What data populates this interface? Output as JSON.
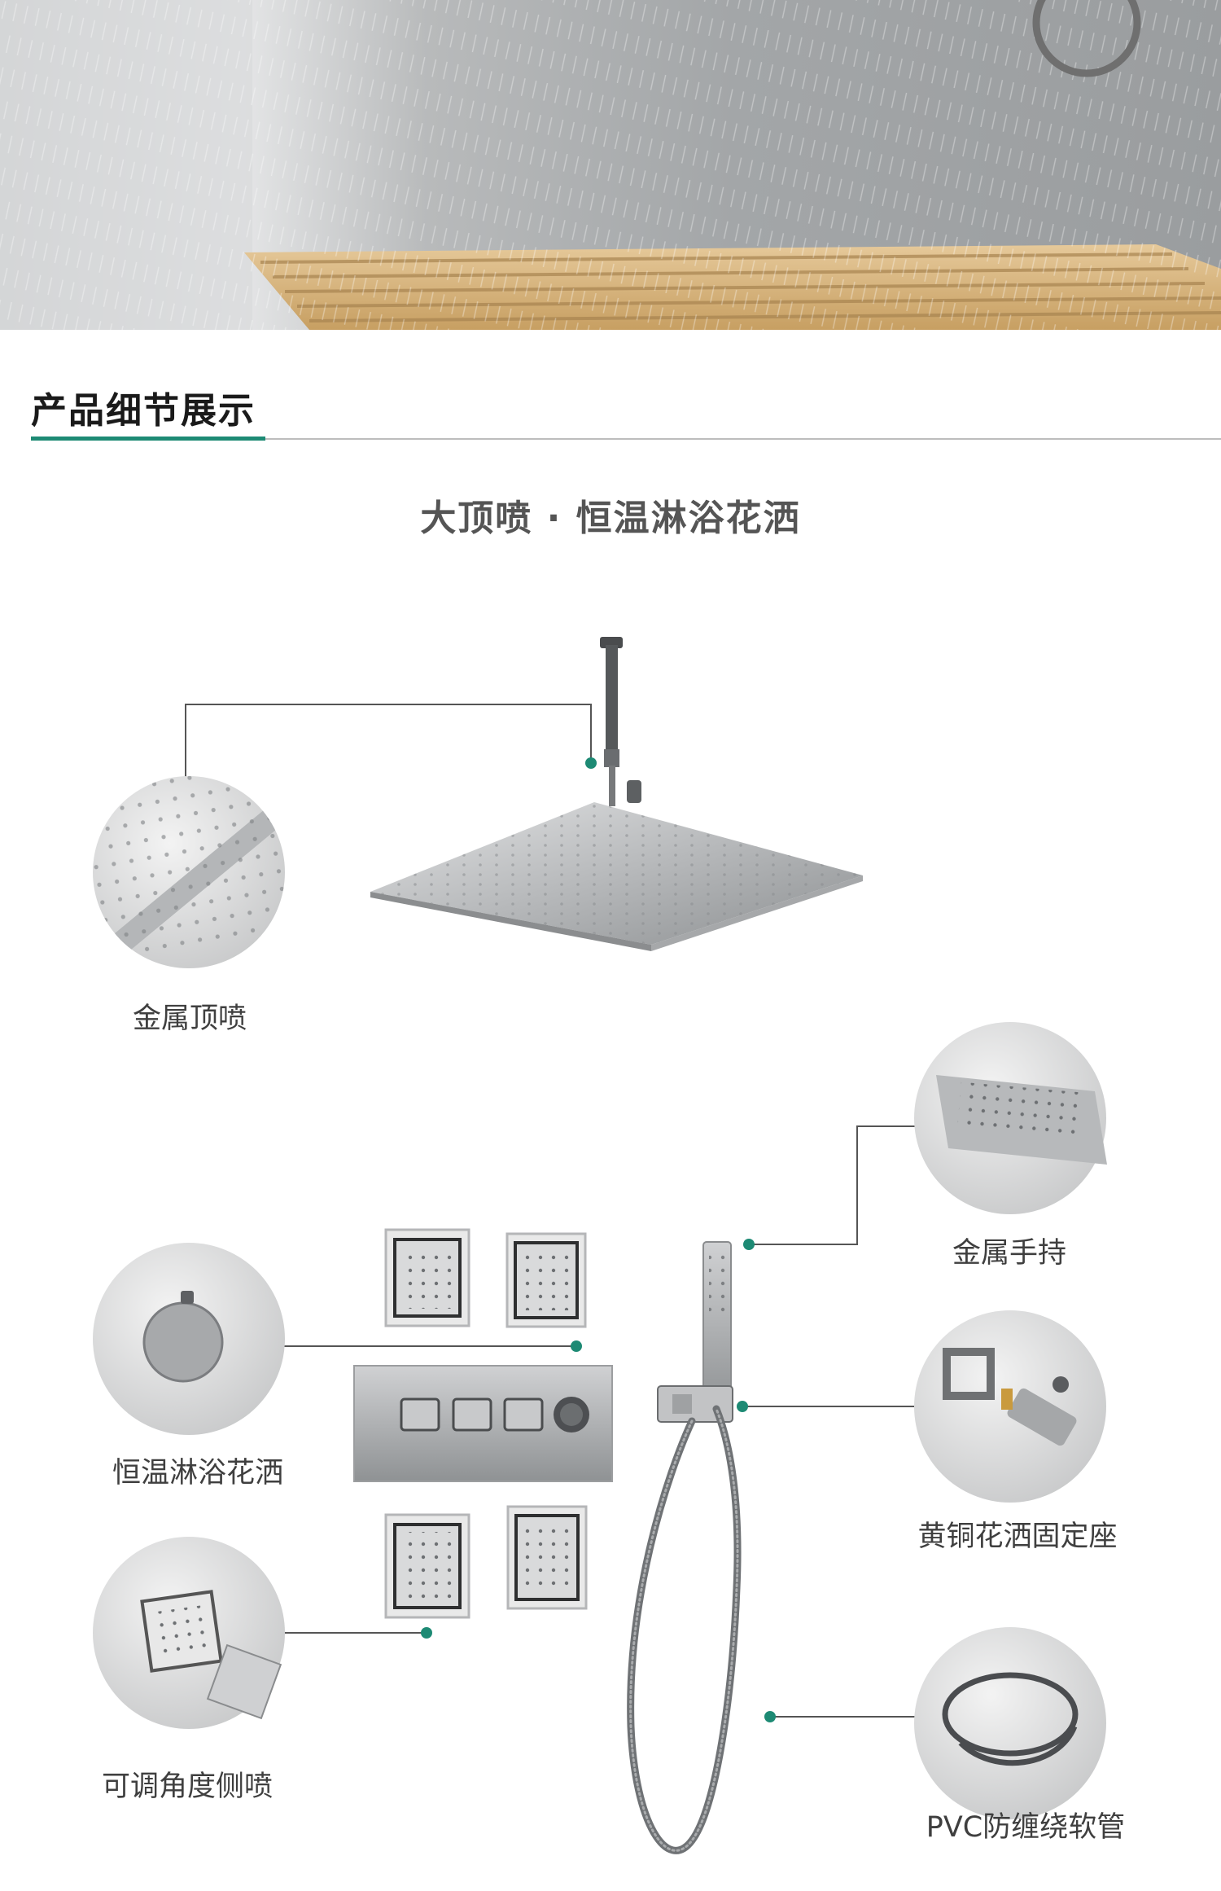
{
  "section": {
    "title": "产品细节展示"
  },
  "product": {
    "title": "大顶喷 · 恒温淋浴花洒"
  },
  "callouts": [
    {
      "label": "金属顶喷"
    },
    {
      "label": "恒温淋浴花洒"
    },
    {
      "label": "可调角度侧喷"
    },
    {
      "label": "金属手持"
    },
    {
      "label": "黄铜花洒固定座"
    },
    {
      "label": "PVC防缠绕软管"
    }
  ],
  "colors": {
    "accent": "#1d8a74",
    "text": "#3f3f3f",
    "rule": "#bdbdbd"
  }
}
